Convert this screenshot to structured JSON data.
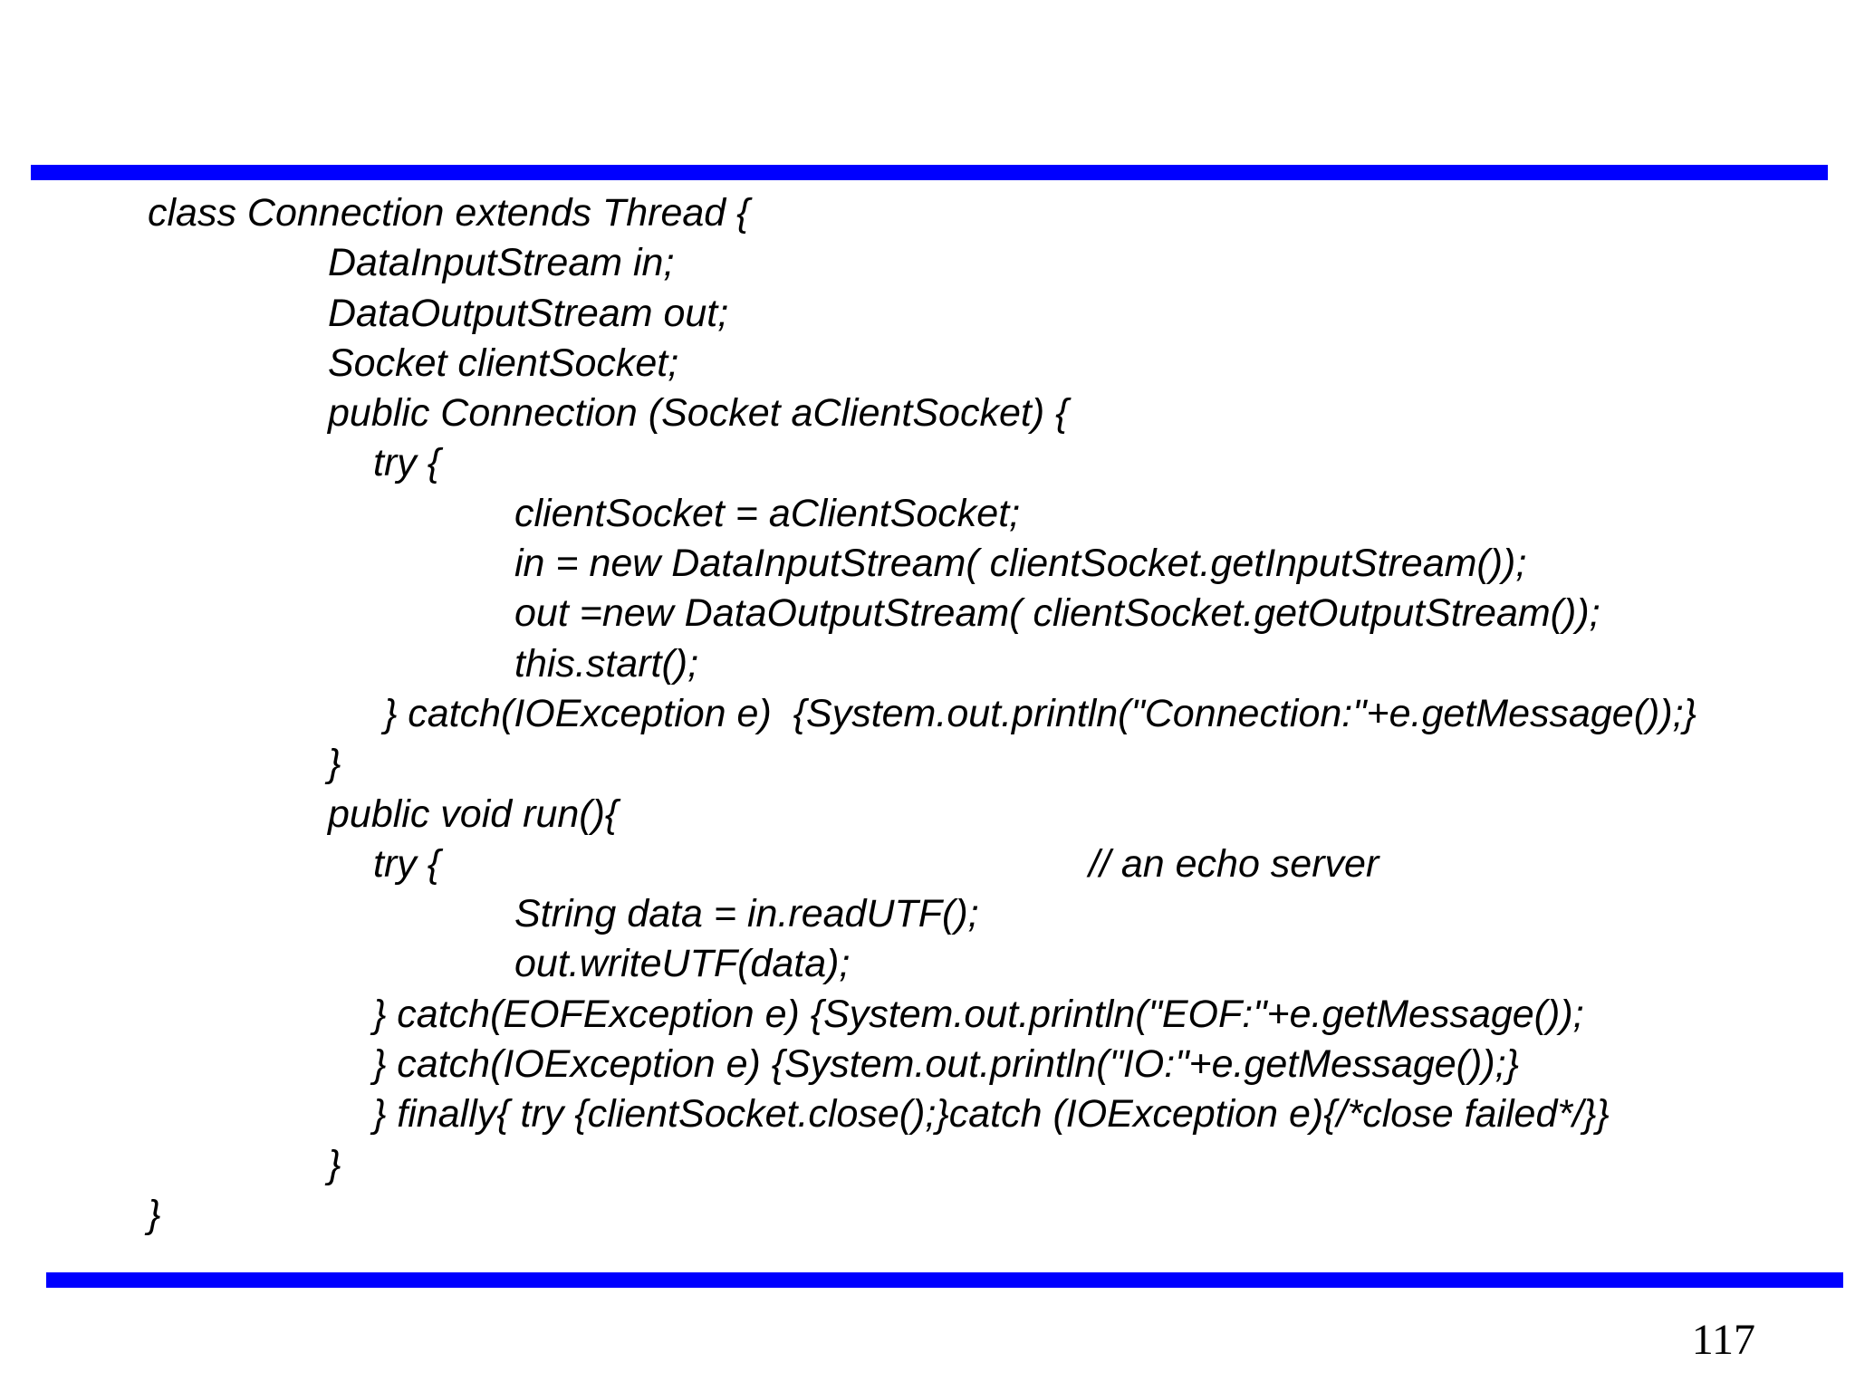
{
  "slide": {
    "accent_color": "#0000ff",
    "page_number": "117"
  },
  "code_lines": [
    {
      "indent": 0,
      "text": "class Connection extends Thread {"
    },
    {
      "indent": 1,
      "text": "DataInputStream in;"
    },
    {
      "indent": 1,
      "text": "DataOutputStream out;"
    },
    {
      "indent": 1,
      "text": "Socket clientSocket;"
    },
    {
      "indent": 1,
      "text": "public Connection (Socket aClientSocket) {"
    },
    {
      "indent": 2,
      "text": "try {"
    },
    {
      "indent": 3,
      "text": "clientSocket = aClientSocket;"
    },
    {
      "indent": 3,
      "text": "in = new DataInputStream( clientSocket.getInputStream());"
    },
    {
      "indent": 3,
      "text": "out =new DataOutputStream( clientSocket.getOutputStream());"
    },
    {
      "indent": 3,
      "text": "this.start();"
    },
    {
      "indent": 2,
      "text": " } catch(IOException e)  {System.out.println(\"Connection:\"+e.getMessage());}"
    },
    {
      "indent": 1,
      "text": "}"
    },
    {
      "indent": 1,
      "text": "public void run(){"
    },
    {
      "indent": 2,
      "text": "try {",
      "comment": "// an echo server"
    },
    {
      "indent": 3,
      "text": "String data = in.readUTF();"
    },
    {
      "indent": 3,
      "text": "out.writeUTF(data);"
    },
    {
      "indent": 2,
      "text": "} catch(EOFException e) {System.out.println(\"EOF:\"+e.getMessage());"
    },
    {
      "indent": 2,
      "text": "} catch(IOException e) {System.out.println(\"IO:\"+e.getMessage());}"
    },
    {
      "indent": 2,
      "text": "} finally{ try {clientSocket.close();}catch (IOException e){/*close failed*/}}"
    },
    {
      "indent": 1,
      "text": "}"
    },
    {
      "indent": 0,
      "text": "}"
    }
  ]
}
